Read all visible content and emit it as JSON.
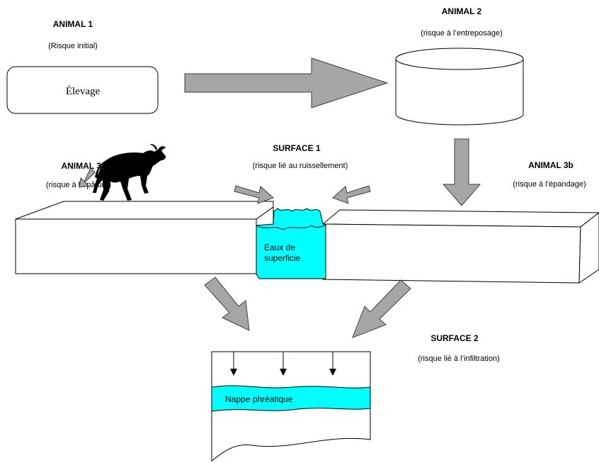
{
  "colors": {
    "arrow_fill": "#a6a6a6",
    "water": "#00ffff",
    "cow": "#000000"
  },
  "animal1": {
    "title": "ANIMAL 1",
    "subtitle": "(Risque initial)",
    "box_label": "Élevage"
  },
  "animal2": {
    "title": "ANIMAL 2",
    "subtitle": "(risque à l’entreposage)"
  },
  "surface1": {
    "title": "SURFACE 1",
    "subtitle": "(risque lié au ruissellement)",
    "water_label_line1": "Eaux de",
    "water_label_line2": "superficie"
  },
  "animal3a": {
    "title": "ANIMAL 3a",
    "subtitle": "(risque à la pâture)"
  },
  "animal3b": {
    "title": "ANIMAL 3b",
    "subtitle": "(risque à l’épandage)"
  },
  "surface2": {
    "title": "SURFACE 2",
    "subtitle": "(risque lié à l’infiltration)",
    "aquifer_label": "Nappe phréatique"
  },
  "icons": [
    "cow-icon",
    "storage-tank-icon",
    "land-block-icon",
    "water-surface-icon",
    "groundwater-icon"
  ]
}
